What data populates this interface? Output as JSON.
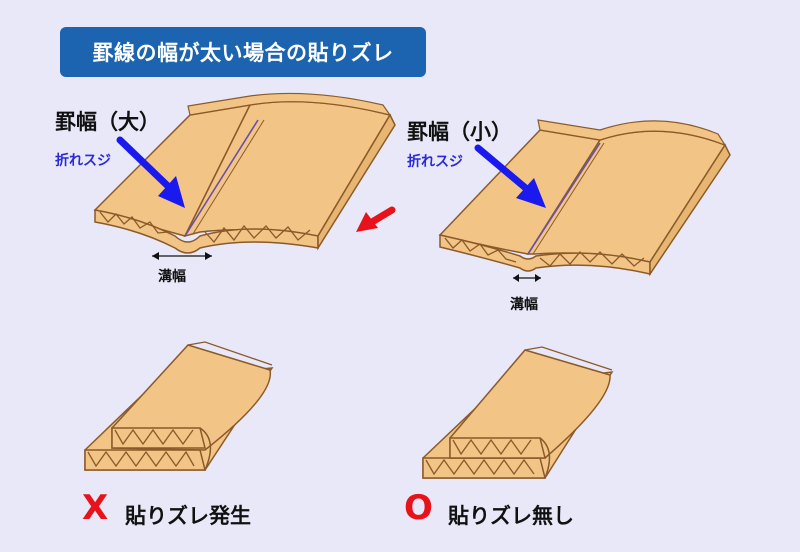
{
  "title": "罫線の幅が太い場合の貼りズレ",
  "left_panel": {
    "heading": "罫幅（大）",
    "fold_label": "折れスジ",
    "groove_label": "溝幅"
  },
  "right_panel": {
    "heading": "罫幅（小）",
    "fold_label": "折れスジ",
    "groove_label": "溝幅"
  },
  "results": {
    "bad": {
      "mark": "X",
      "text": "貼りズレ発生"
    },
    "good": {
      "mark": "O",
      "text": "貼りズレ無し"
    }
  },
  "colors": {
    "title_bg": "#1c64b0",
    "cardboard": "#f2c485",
    "outline": "#8a5a2a",
    "arrow_blue": "#1a1aee",
    "arrow_red": "#e8131a",
    "background": "#e8e8f8"
  }
}
